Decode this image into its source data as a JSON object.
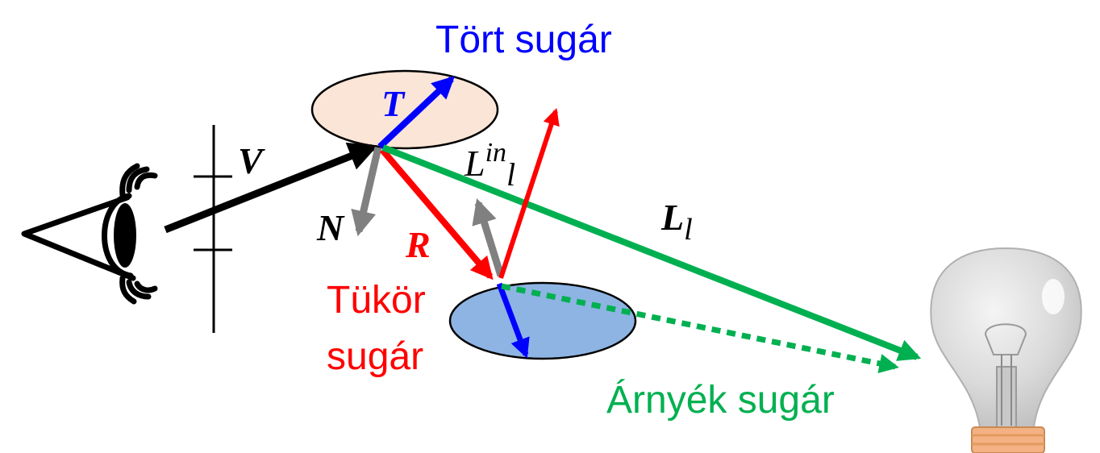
{
  "colors": {
    "eye_stroke": "#000000",
    "view_vector": "#000000",
    "normal_vector": "#808080",
    "refracted_ray": "#0000ff",
    "reflected_ray": "#ff0000",
    "shadow_ray": "#00b050",
    "upper_surface_fill": "#fbe5d6",
    "lower_surface_fill": "#8eb4e3",
    "bulb_glass": "#d9d9d9",
    "bulb_base": "#f4b183"
  },
  "icons": {
    "eye": "eye-icon",
    "light_bulb": "light-bulb-icon"
  },
  "labels": {
    "refracted_title": "Tört sugár",
    "reflected_title_line1": "Tükör",
    "reflected_title_line2": "sugár",
    "shadow_title": "Árnyék sugár",
    "view_vector": "V",
    "normal_vector": "N",
    "refracted_vector": "T",
    "reflected_vector": "R",
    "light_in_main": "L",
    "light_in_sup": "in",
    "light_in_sub": "l",
    "light_main": "L",
    "light_sub": "l"
  }
}
